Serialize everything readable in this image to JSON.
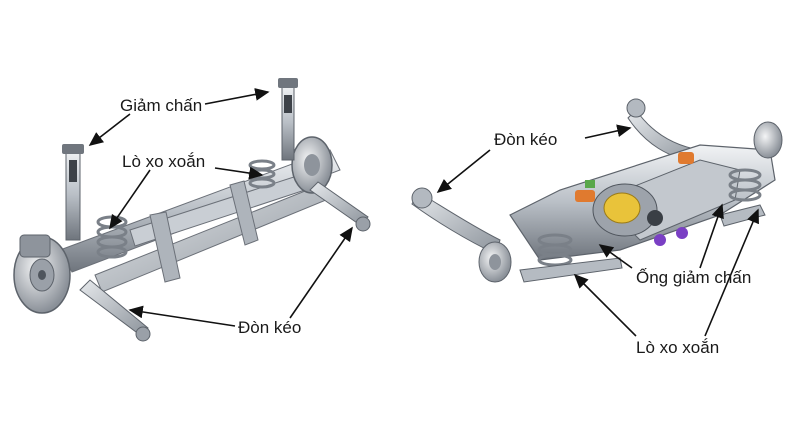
{
  "left_diagram": {
    "label_shock": "Giảm chấn",
    "label_spring": "Lò xo xoắn",
    "label_arm": "Đòn kéo"
  },
  "right_diagram": {
    "label_arm": "Đòn kéo",
    "label_shock": "Ống giảm chấn",
    "label_spring": "Lò xo xoắn"
  },
  "colors": {
    "metal_light": "#d9dde2",
    "metal_mid": "#a7adb5",
    "metal_dark": "#5d636b",
    "accent_orange": "#e07a2f",
    "accent_yellow": "#e9c33a",
    "accent_purple": "#7a3fc4",
    "accent_green": "#5aa84a",
    "arrow": "#111111"
  }
}
